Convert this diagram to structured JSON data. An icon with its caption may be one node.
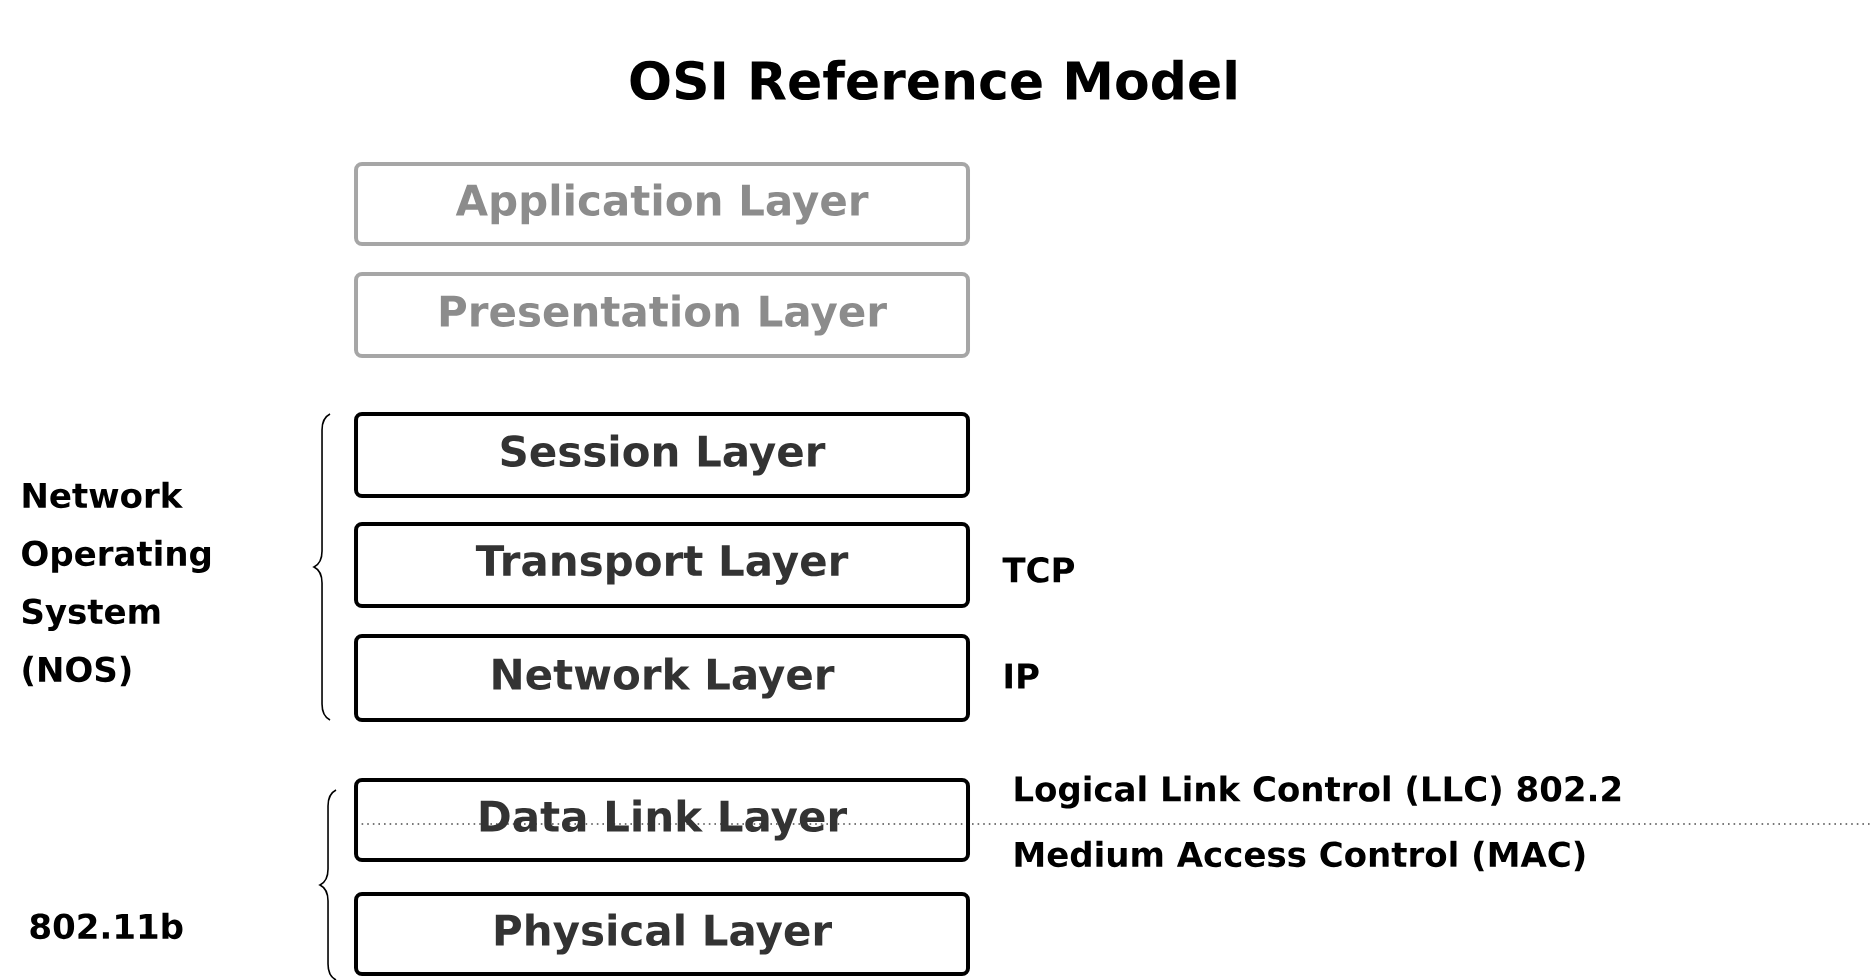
{
  "diagram": {
    "title": "OSI Reference Model",
    "nodes": [
      {
        "text": [
          "Application Layer"
        ]
      },
      {
        "text": [
          "Presentation Layer"
        ]
      },
      {
        "text": [
          "Session Layer"
        ]
      },
      {
        "text": [
          "Transport Layer"
        ],
        "beside": [
          "TCP"
        ]
      },
      {
        "text": [
          "Network Layer"
        ],
        "beside": [
          "IP"
        ]
      },
      {
        "text": [
          "Data Link Layer"
        ],
        "beside": [
          "Logical Link Control (LLC) 802.2",
          "Medium Access Control (MAC)"
        ]
      },
      {
        "text": [
          "Physical Layer"
        ]
      }
    ],
    "labels": [
      "Network Operating System (NOS)",
      "802.11b"
    ]
  }
}
